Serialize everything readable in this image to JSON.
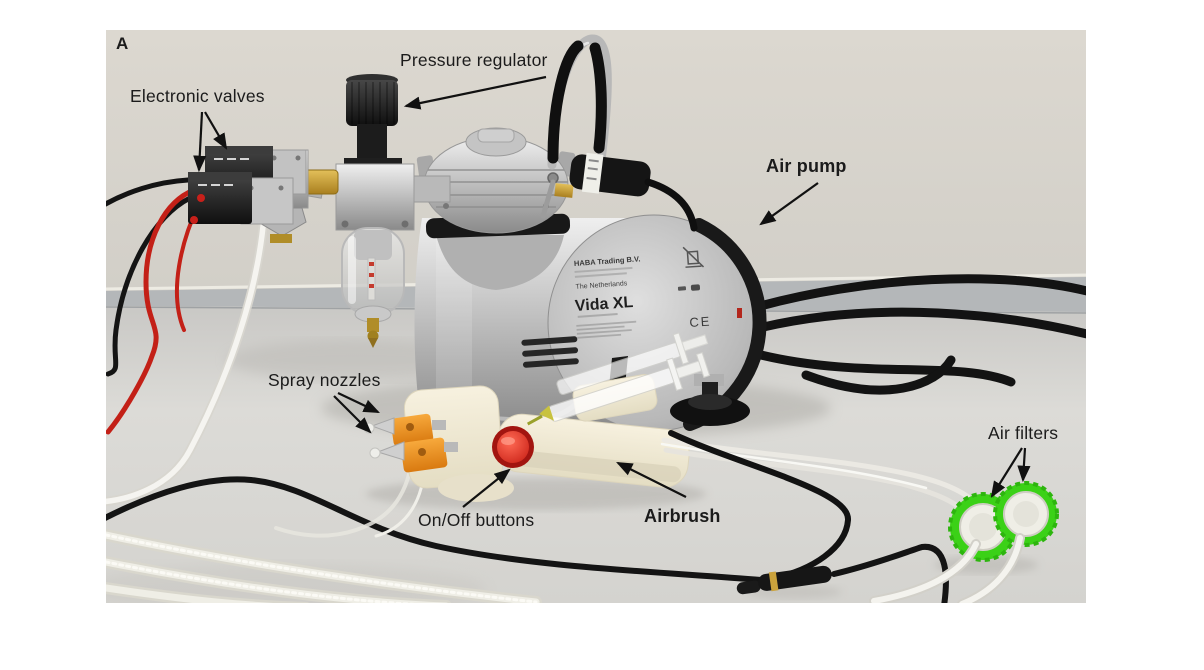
{
  "figure": {
    "panel_label": "A",
    "annotations": [
      {
        "id": "electronic-valves",
        "label": "Electronic valves",
        "bold": false
      },
      {
        "id": "pressure-regulator",
        "label": "Pressure regulator",
        "bold": false
      },
      {
        "id": "air-pump",
        "label": "Air pump",
        "bold": true
      },
      {
        "id": "spray-nozzles",
        "label": "Spray nozzles",
        "bold": false
      },
      {
        "id": "onoff-buttons",
        "label": "On/Off buttons",
        "bold": false
      },
      {
        "id": "airbrush",
        "label": "Airbrush",
        "bold": true
      },
      {
        "id": "air-filters",
        "label": "Air filters",
        "bold": false
      }
    ],
    "pump_print": {
      "manufacturer": "HABA Trading B.V.",
      "country": "The Netherlands",
      "model": "Vida XL",
      "ce_mark": "CE"
    },
    "colors": {
      "label_text": "#1b1b1b",
      "wall": "#d8d4cc",
      "skirting_strip": "#b4b7b9",
      "table": "#d6d4d0",
      "pump_silver": "#bdbdbd",
      "red_button": "#d3221a",
      "orange_nozzles": "#e8891d",
      "airbrush_body": "#efe8d2",
      "green_filters": "#3fd31c",
      "red_wire": "#c32017",
      "black_cable": "#141414"
    }
  }
}
